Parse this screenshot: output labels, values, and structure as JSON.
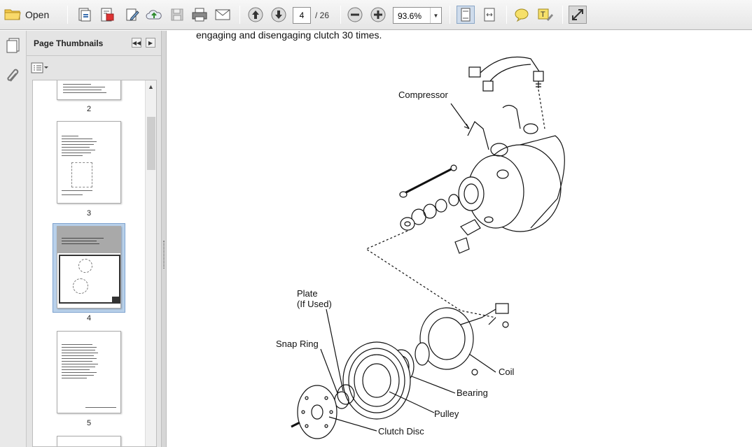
{
  "toolbar": {
    "open_label": "Open",
    "current_page": "4",
    "total_pages": "/ 26",
    "zoom": "93.6%"
  },
  "thumbnails_panel": {
    "title": "Page Thumbnails",
    "pages": [
      {
        "label": "2"
      },
      {
        "label": "3"
      },
      {
        "label": "4",
        "selected": true
      },
      {
        "label": "5"
      }
    ]
  },
  "document": {
    "text_line": "engaging and disengaging clutch 30 times.",
    "diagram_labels": {
      "compressor": "Compressor",
      "plate_line1": "Plate",
      "plate_line2": "(If Used)",
      "snap_ring": "Snap Ring",
      "coil": "Coil",
      "bearing": "Bearing",
      "pulley": "Pulley",
      "clutch_disc": "Clutch Disc"
    }
  }
}
